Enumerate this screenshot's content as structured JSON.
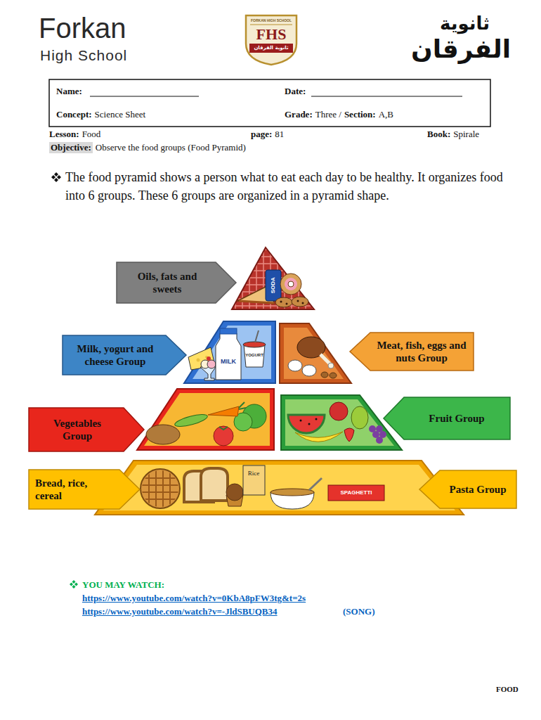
{
  "diagram": {
    "nodes": [
      {
        "text": [
          "Oils, fats and sweets"
        ]
      },
      {
        "text": [
          "Milk, yogurt and cheese Group"
        ]
      },
      {
        "text": [
          "Meat, fish, eggs and nuts Group"
        ]
      },
      {
        "text": [
          "Vegetables Group"
        ]
      },
      {
        "text": [
          "Fruit Group"
        ]
      },
      {
        "text": [
          "Bread, rice, cereal"
        ]
      },
      {
        "text": [
          "Pasta Group"
        ]
      }
    ],
    "labels": [
      "Forkan",
      "High School",
      "FORKAN HIGH SCHOOL",
      "FHS",
      "ثانوية الفرقان",
      "ثانوية",
      "الفرقان",
      "Name:",
      "Date:",
      "Concept:",
      "Science Sheet",
      "Grade:",
      "Three /",
      "Section:",
      "A,B",
      "Lesson:",
      "Food",
      "page:",
      "81",
      "Book:",
      "Spirale",
      "Objective:",
      "Observe the food groups (Food Pyramid)",
      "The food pyramid shows a person what to eat each day to be healthy. It organizes food into 6 groups. These 6 groups are organized in a pyramid shape.",
      "SODA",
      "MILK",
      "YOGURT",
      "Rice",
      "SPAGHETTI",
      "YOU MAY WATCH:",
      "https://www.youtube.com/watch?v=0KbA8pFW3tg&t=2s",
      "https://www.youtube.com/watch?v=-JldSBUQB34",
      "(SONG)",
      "FOOD"
    ]
  }
}
